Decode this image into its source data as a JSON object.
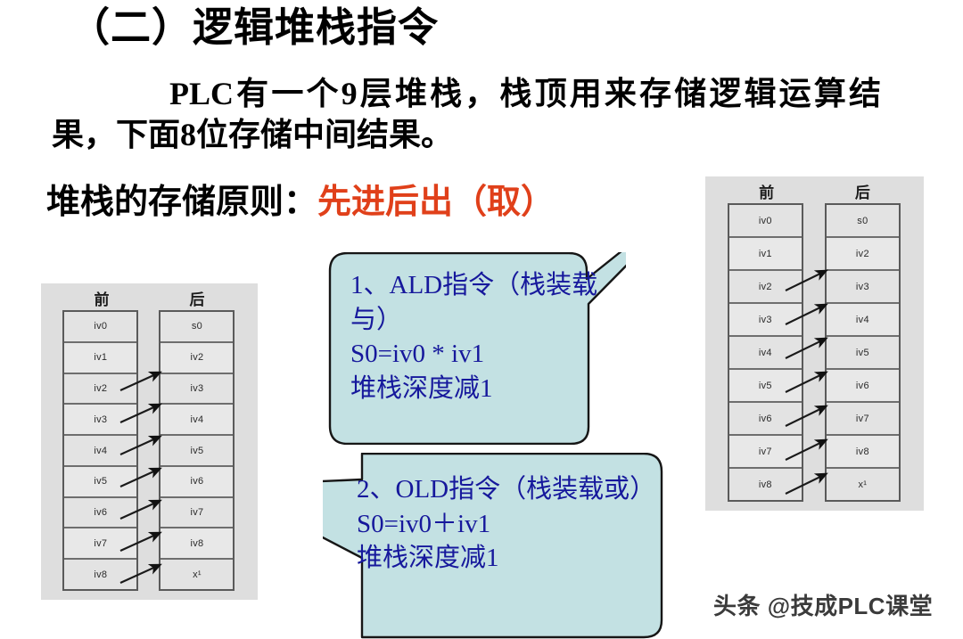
{
  "slide": {
    "title": "（二）逻辑堆栈指令",
    "paragraph": "PLC有一个9层堆栈，栈顶用来存储逻辑运算结果，下面8位存储中间结果。",
    "principle_label": "堆栈的存储原则：",
    "principle_value": "先进后出（取）"
  },
  "diagrams": {
    "left": {
      "name": "old-stack-diagram",
      "before_heading": "前",
      "after_heading": "后",
      "before_cells": [
        "iv0",
        "iv1",
        "iv2",
        "iv3",
        "iv4",
        "iv5",
        "iv6",
        "iv7",
        "iv8"
      ],
      "after_cells": [
        "s0",
        "iv2",
        "iv3",
        "iv4",
        "iv5",
        "iv6",
        "iv7",
        "iv8",
        "x¹"
      ]
    },
    "right": {
      "name": "ald-stack-diagram",
      "before_heading": "前",
      "after_heading": "后",
      "before_cells": [
        "iv0",
        "iv1",
        "iv2",
        "iv3",
        "iv4",
        "iv5",
        "iv6",
        "iv7",
        "iv8"
      ],
      "after_cells": [
        "s0",
        "iv2",
        "iv3",
        "iv4",
        "iv5",
        "iv6",
        "iv7",
        "iv8",
        "x¹"
      ]
    }
  },
  "callouts": {
    "ald": {
      "title": "1、ALD指令（栈装载与）",
      "formula": "S0=iv0 * iv1",
      "note": "堆栈深度减1"
    },
    "old": {
      "title": "2、OLD指令（栈装载或）",
      "formula": "S0=iv0＋iv1",
      "note": "堆栈深度减1"
    }
  },
  "watermark": "头条 @技成PLC课堂",
  "colors": {
    "accent_red": "#e0401a",
    "callout_fill": "#c3e1e3",
    "callout_text": "#16189c",
    "panel_bg": "#dedede"
  }
}
